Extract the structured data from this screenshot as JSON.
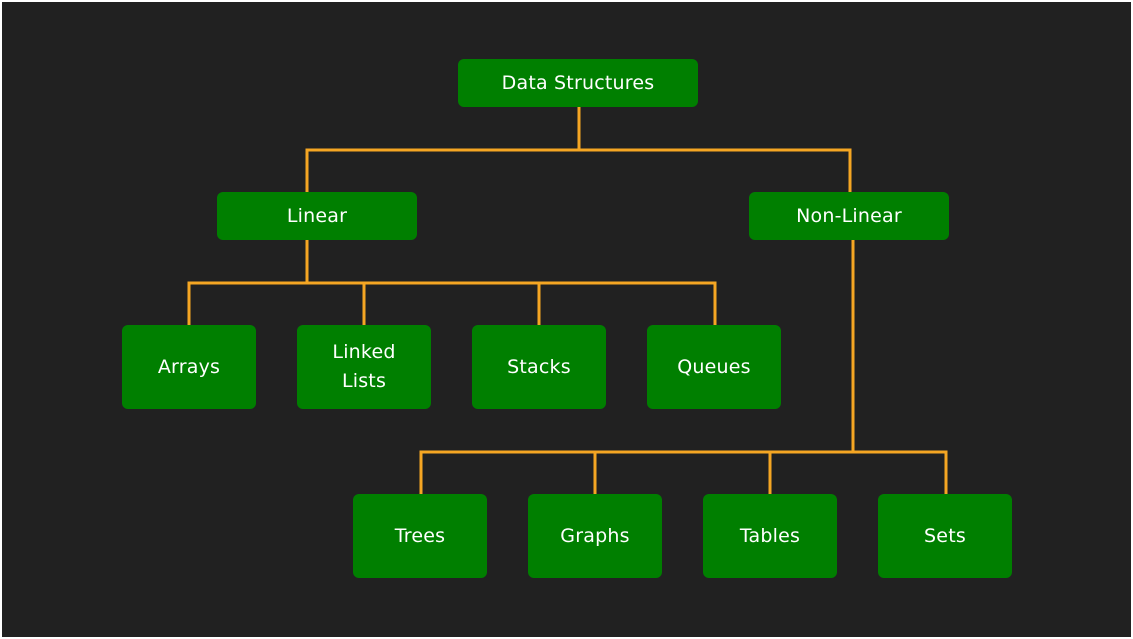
{
  "diagram": {
    "root": {
      "label": "Data Structures"
    },
    "categories": [
      {
        "label": "Linear",
        "children": [
          "Arrays",
          "Linked\nLists",
          "Stacks",
          "Queues"
        ]
      },
      {
        "label": "Non-Linear",
        "children": [
          "Trees",
          "Graphs",
          "Tables",
          "Sets"
        ]
      }
    ]
  },
  "colors": {
    "background": "#212121",
    "node_fill": "#007f00",
    "node_text": "#ffffff",
    "connector": "#f5a623"
  }
}
